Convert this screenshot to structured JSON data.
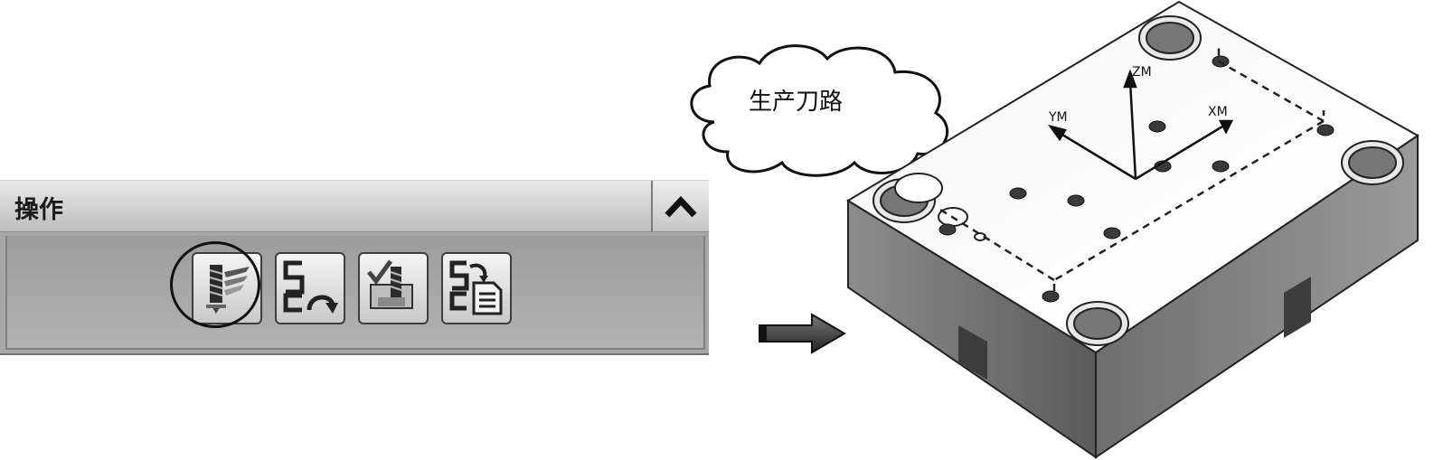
{
  "panel": {
    "title": "操作",
    "collapse_icon": "chevron-up-icon",
    "buttons": [
      {
        "name": "generate-toolpath-button",
        "icon": "generate-toolpath-icon"
      },
      {
        "name": "replay-toolpath-button",
        "icon": "replay-toolpath-icon"
      },
      {
        "name": "verify-toolpath-button",
        "icon": "verify-toolpath-icon"
      },
      {
        "name": "list-toolpath-button",
        "icon": "toolpath-list-icon"
      }
    ]
  },
  "callout": {
    "text": "生产刀路"
  },
  "part_view": {
    "axes": {
      "z": "ZM",
      "y": "YM",
      "x": "XM"
    }
  }
}
